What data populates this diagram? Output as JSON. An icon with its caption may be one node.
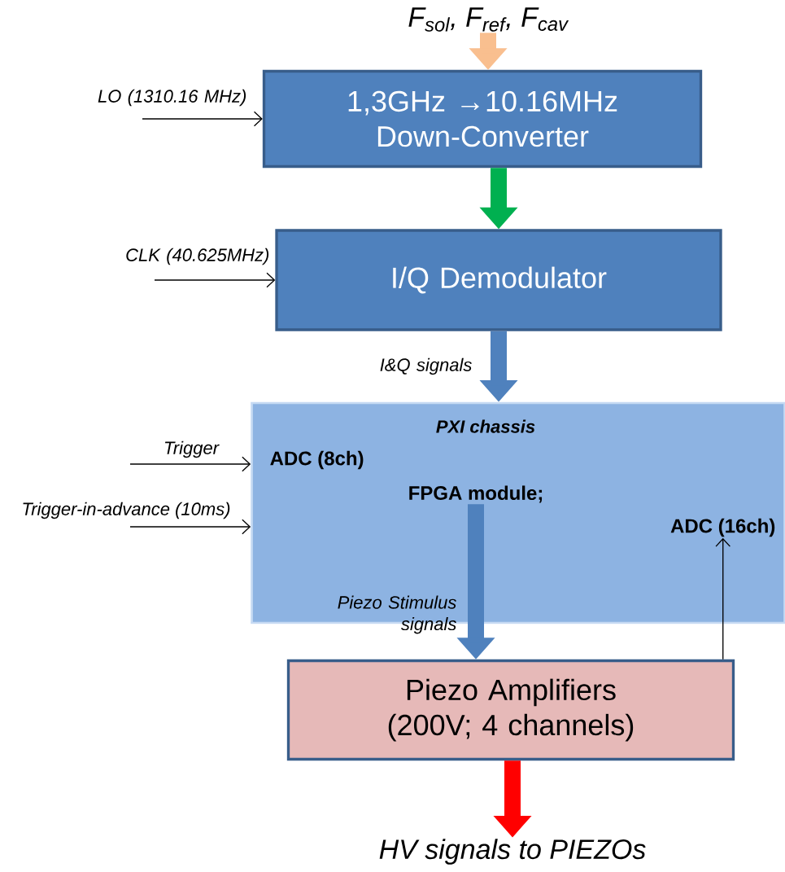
{
  "diagram": {
    "nodes": [
      {
        "text": [
          "F$_{sol}$, F$_{ref}$, F$_{cav}$"
        ]
      },
      {
        "text": [
          "1,3GHz →10.16MHz Down-Converter"
        ]
      },
      {
        "text": [
          "I/Q Demodulator"
        ]
      },
      {
        "text": [
          "PXI chassis"
        ]
      },
      {
        "text": [
          "ADC (8ch)"
        ],
        "in": 3
      },
      {
        "text": [
          "FPGA module;"
        ],
        "in": 3
      },
      {
        "text": [
          "ADC (16ch)"
        ],
        "in": 3
      },
      {
        "text": [
          "Piezo Amplifiers (200V; 4 channels)"
        ]
      },
      {
        "text": [
          "HV signals to PIEZOs"
        ]
      }
    ],
    "edges": [
      {
        "from": 0,
        "to": 1,
        "arrow": "to",
        "style": "thick",
        "color": "#f9bf8f"
      },
      {
        "from": null,
        "to": 1,
        "arrow": "to",
        "label": "LO (1310.16 MHz)"
      },
      {
        "from": 1,
        "to": 2,
        "arrow": "to",
        "style": "thick",
        "color": "#00b050"
      },
      {
        "from": null,
        "to": 2,
        "arrow": "to",
        "label": "CLK (40.625MHz)"
      },
      {
        "from": 2,
        "to": 3,
        "arrow": "to",
        "style": "thick",
        "color": "#4f81bd",
        "label": "I&Q signals"
      },
      {
        "from": null,
        "to": 3,
        "arrow": "to",
        "label": "Trigger"
      },
      {
        "from": null,
        "to": 3,
        "arrow": "to",
        "label": "Trigger-in-advance (10ms)"
      },
      {
        "from": 5,
        "to": 7,
        "arrow": "to",
        "style": "thick",
        "color": "#4f81bd",
        "label": "Piezo Stimulus signals"
      },
      {
        "from": 7,
        "to": 6,
        "arrow": "to"
      },
      {
        "from": 7,
        "to": 8,
        "arrow": "to",
        "style": "thick",
        "color": "#ff0000"
      }
    ]
  }
}
